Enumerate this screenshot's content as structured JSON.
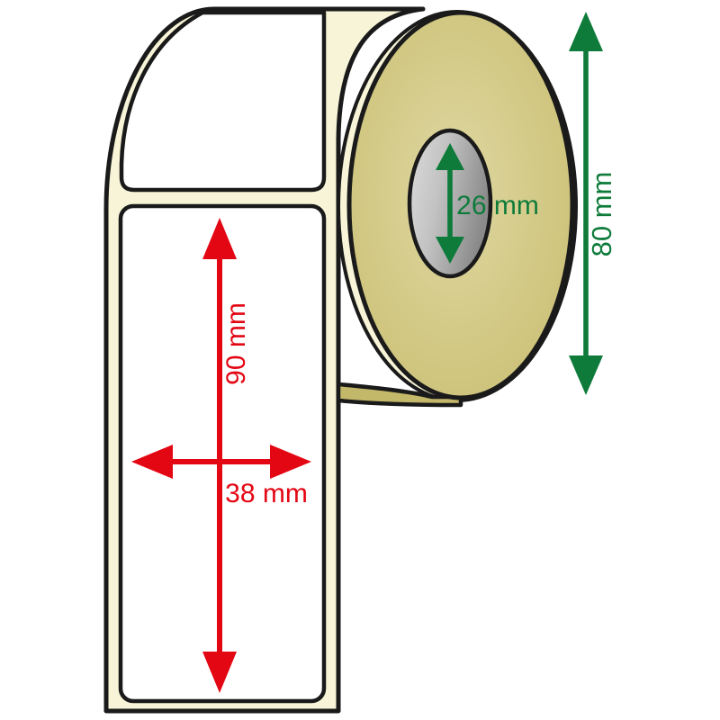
{
  "diagram": {
    "subject": "label-roll-dimensions",
    "annotations": {
      "label_height": "90 mm",
      "label_width": "38 mm",
      "core_diameter": "26 mm",
      "roll_diameter": "80 mm"
    },
    "colors": {
      "label_dimension_arrows": "#e30613",
      "roll_dimension_arrows": "#0e7b3b",
      "roll_face": "#cfc67f",
      "roll_face_center": "#ded7a2",
      "roll_side_band": "#c3b76a",
      "liner": "#f7f4d7",
      "label_face": "#ffffff",
      "core_gray": "#b5b5b5",
      "outline": "#1a1a1a"
    }
  }
}
